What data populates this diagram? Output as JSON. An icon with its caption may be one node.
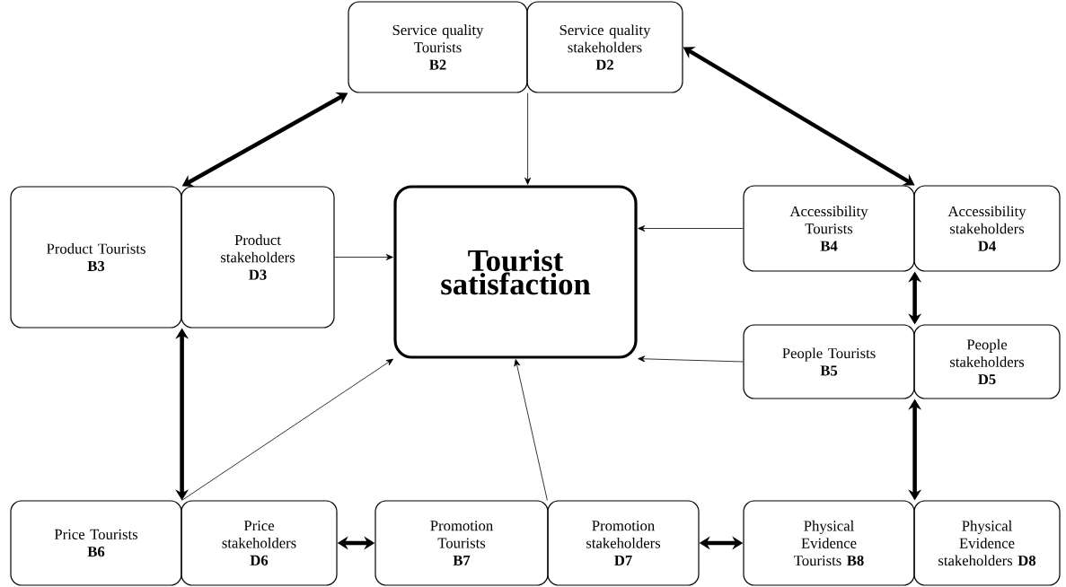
{
  "diagram": {
    "nodes": [
      {
        "text": [
          "Service quality Tourists",
          "B2"
        ]
      },
      {
        "text": [
          "Service quality stakeholders",
          "D2"
        ]
      },
      {
        "text": [
          "Tourist satisfaction"
        ]
      },
      {
        "text": [
          "Accessibility Tourists",
          "B4"
        ]
      },
      {
        "text": [
          "Accessibility stakeholders",
          "D4"
        ]
      },
      {
        "text": [
          "Product Tourists",
          "B3"
        ]
      },
      {
        "text": [
          "Product stakeholders",
          "D3"
        ]
      },
      {
        "text": [
          "People Tourists",
          "B5"
        ]
      },
      {
        "text": [
          "People stakeholders",
          "D5"
        ]
      },
      {
        "text": [
          "Price Tourists",
          "B6"
        ]
      },
      {
        "text": [
          "Price stakeholders",
          "D6"
        ]
      },
      {
        "text": [
          "Promotion Tourists",
          "B7"
        ]
      },
      {
        "text": [
          "Promotion stakeholders",
          "D7"
        ]
      },
      {
        "text": [
          "Physical Evidence Tourists",
          "B8"
        ]
      },
      {
        "text": [
          "Physical Evidence stakeholders",
          "D8"
        ]
      }
    ],
    "edges": [
      {
        "from": 0,
        "to": 2,
        "arrow": "to"
      },
      {
        "from": 0,
        "to": 5,
        "arrow": "both"
      },
      {
        "from": 1,
        "to": 3,
        "arrow": "both"
      },
      {
        "from": 3,
        "to": 2,
        "arrow": "to"
      },
      {
        "from": 6,
        "to": 2,
        "arrow": "to"
      },
      {
        "from": 7,
        "to": 2,
        "arrow": "to"
      },
      {
        "from": 9,
        "to": 2,
        "arrow": "to"
      },
      {
        "from": 12,
        "to": 2,
        "arrow": "to"
      },
      {
        "from": 5,
        "to": 9,
        "arrow": "both"
      },
      {
        "from": 3,
        "to": 7,
        "arrow": "both"
      },
      {
        "from": 7,
        "to": 13,
        "arrow": "both"
      },
      {
        "from": 10,
        "to": 11,
        "arrow": "both"
      },
      {
        "from": 12,
        "to": 13,
        "arrow": "both"
      }
    ]
  }
}
